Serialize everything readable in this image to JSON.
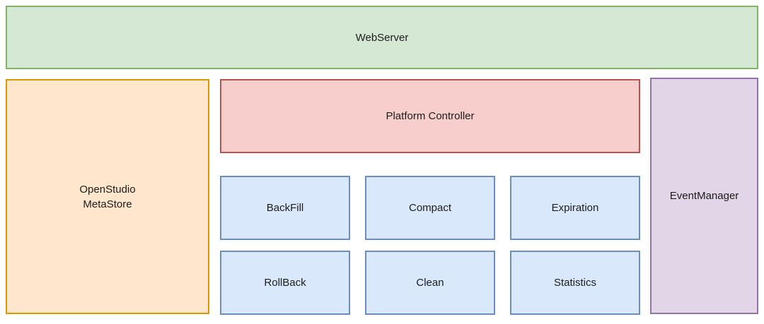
{
  "diagram": {
    "boxes": {
      "webserver": {
        "label": "WebServer"
      },
      "metastore": {
        "label": "OpenStudio\nMetaStore"
      },
      "controller": {
        "label": "Platform Controller"
      },
      "event_manager": {
        "label": "EventManager"
      }
    },
    "tasks": [
      "BackFill",
      "Compact",
      "Expiration",
      "RollBack",
      "Clean",
      "Statistics"
    ],
    "colors": {
      "webserver_fill": "#d5e8d4",
      "webserver_stroke": "#82b366",
      "metastore_fill": "#ffe6cc",
      "metastore_stroke": "#d79b00",
      "controller_fill": "#f8cecc",
      "controller_stroke": "#b85450",
      "task_fill": "#dae8fc",
      "task_stroke": "#6c8ebf",
      "eventmanager_fill": "#e1d5e7",
      "eventmanager_stroke": "#9673a6",
      "text": "#1c1c1c",
      "background": "#ffffff"
    }
  }
}
